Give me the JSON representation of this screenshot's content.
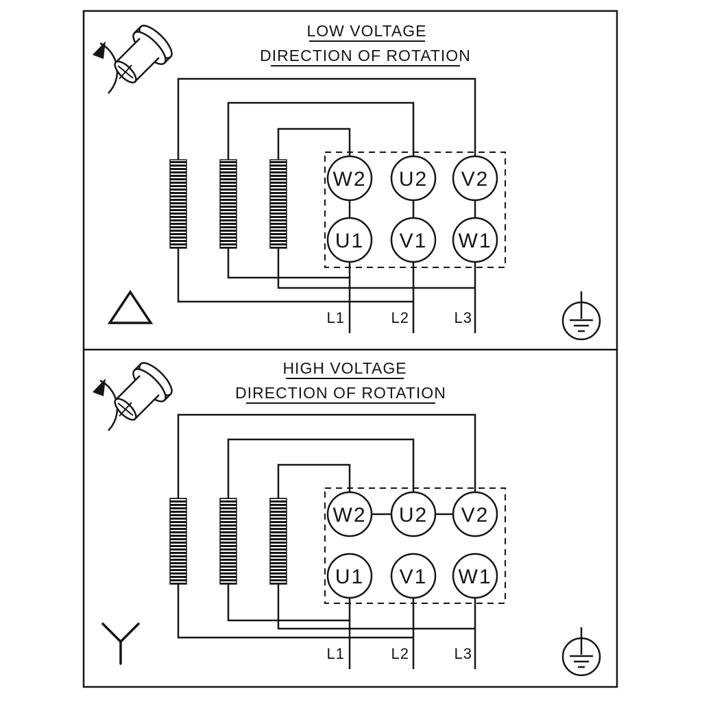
{
  "diagram": {
    "panels": [
      {
        "title": "LOW VOLTAGE",
        "subtitle": "DIRECTION OF ROTATION",
        "connection_symbol": "delta",
        "terminals_top": [
          "W2",
          "U2",
          "V2"
        ],
        "terminals_bottom": [
          "U1",
          "V1",
          "W1"
        ],
        "line_labels": [
          "L1",
          "L2",
          "L3"
        ]
      },
      {
        "title": "HIGH VOLTAGE",
        "subtitle": "DIRECTION OF ROTATION",
        "connection_symbol": "star",
        "terminals_top": [
          "W2",
          "U2",
          "V2"
        ],
        "terminals_bottom": [
          "U1",
          "V1",
          "W1"
        ],
        "line_labels": [
          "L1",
          "L2",
          "L3"
        ]
      }
    ],
    "icons": {
      "rotation": "motor-shaft-rotation-icon",
      "delta": "delta-connection-icon",
      "star": "star-connection-icon",
      "earth": "protective-earth-icon"
    },
    "colors": {
      "line": "#151515",
      "background": "#ffffff"
    }
  }
}
